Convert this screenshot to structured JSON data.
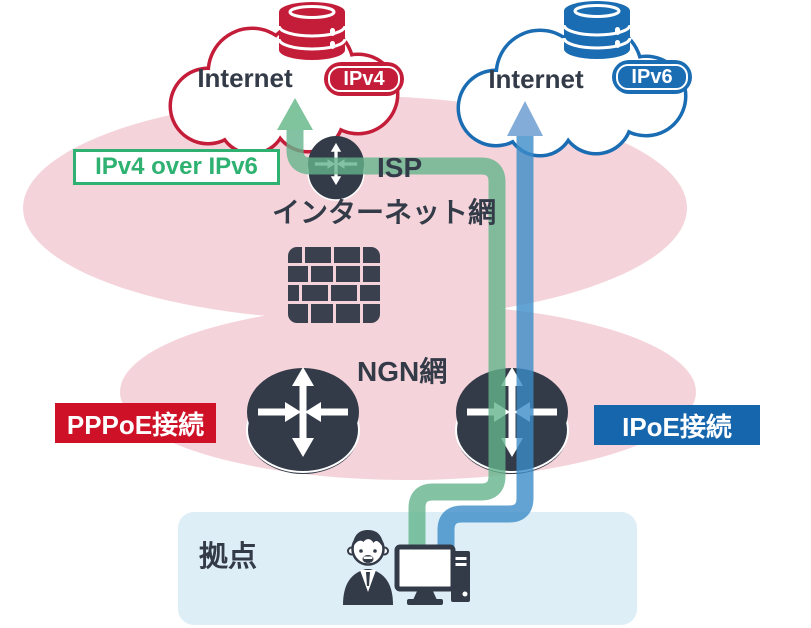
{
  "diagram": {
    "clouds": {
      "left": {
        "label": "Internet",
        "badge": "IPv4"
      },
      "right": {
        "label": "Internet",
        "badge": "IPv6"
      }
    },
    "networks": {
      "internet_network_label": "インターネット網",
      "isp_label": "ISP",
      "ngn_label": "NGN網"
    },
    "connections": {
      "overlay_label": "IPv4 over IPv6",
      "pppoe_label": "PPPoE接続",
      "ipoe_label": "IPoE接続"
    },
    "site": {
      "label": "拠点"
    },
    "colors": {
      "ipv4_red": "#c41d39",
      "ipv6_blue": "#1a6cb3",
      "pppoe_red": "#ce1126",
      "ipoe_blue": "#1566ad",
      "overlay_green": "#2fb271",
      "network_pink": "#f4d4da",
      "site_bg": "#ddeef7",
      "icon_dark": "#343b48",
      "path_green": "#7fc49d",
      "path_blue": "#5f9fd6"
    }
  }
}
